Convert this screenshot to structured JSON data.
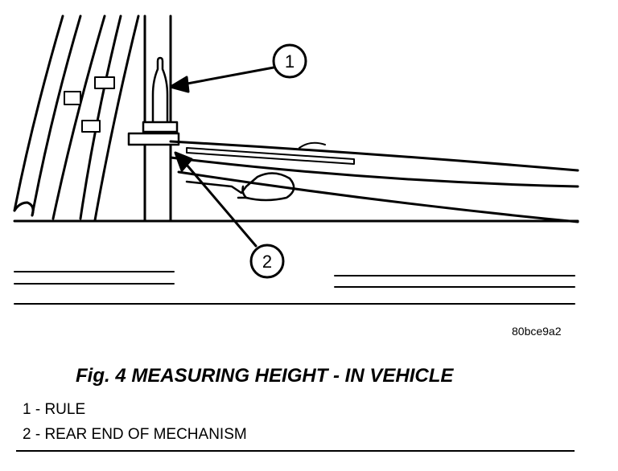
{
  "figure_code": "80bce9a2",
  "caption": "Fig. 4 MEASURING HEIGHT - IN VEHICLE",
  "callouts": [
    {
      "number": "1",
      "label": "1 - RULE"
    },
    {
      "number": "2",
      "label": "2 - REAR END OF MECHANISM"
    }
  ]
}
